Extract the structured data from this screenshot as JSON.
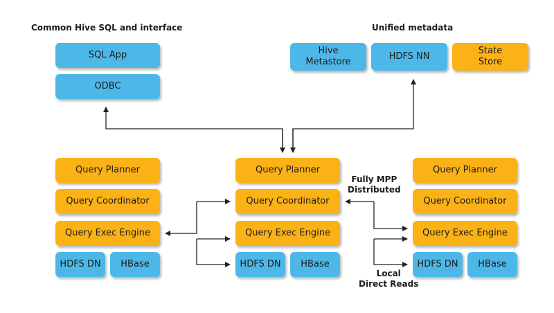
{
  "headings": {
    "left": "Common Hive SQL and interface",
    "right": "Unified metadata"
  },
  "client": {
    "sql_app": "SQL App",
    "odbc": "ODBC"
  },
  "metadata": {
    "hive_metastore_line1": "Hive",
    "hive_metastore_line2": "Metastore",
    "hdfs_nn": "HDFS NN",
    "state_store_line1": "State",
    "state_store_line2": "Store"
  },
  "nodes": [
    {
      "planner": "Query Planner",
      "coordinator": "Query Coordinator",
      "exec_engine": "Query Exec Engine",
      "hdfs_dn": "HDFS DN",
      "hbase": "HBase"
    },
    {
      "planner": "Query Planner",
      "coordinator": "Query Coordinator",
      "exec_engine": "Query Exec Engine",
      "hdfs_dn": "HDFS DN",
      "hbase": "HBase"
    },
    {
      "planner": "Query Planner",
      "coordinator": "Query Coordinator",
      "exec_engine": "Query Exec Engine",
      "hdfs_dn": "HDFS DN",
      "hbase": "HBase"
    }
  ],
  "annotations": {
    "mpp_line1": "Fully MPP",
    "mpp_line2": "Distributed",
    "local_line1": "Local",
    "local_line2": "Direct Reads"
  },
  "colors": {
    "blue": "#4db8e8",
    "orange": "#fbb216",
    "connector": "#222222"
  }
}
